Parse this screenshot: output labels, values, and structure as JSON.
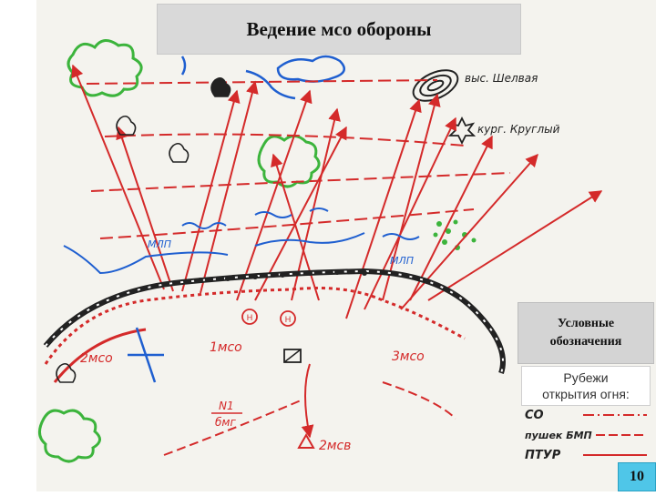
{
  "title": "Ведение мсо обороны",
  "map_labels": {
    "height": "выс. Шелвая",
    "kurgan": "кург. Круглый",
    "unit_2mso": "2мсо",
    "unit_1mso": "1мсо",
    "unit_3mso": "3мсо",
    "unit_mb_num": "N1",
    "unit_mb_den": "бмг",
    "unit_2msv": "2мсв",
    "mark_n1": "Н",
    "mark_n2": "Н",
    "mlp_left": "МЛП",
    "mlp_right": "МЛП"
  },
  "legend": {
    "heading": "Условные\nобозначения",
    "subheading": "Рубежи\nоткрытия огня:",
    "items": [
      {
        "label": "СО",
        "color": "#d42a2a"
      },
      {
        "label": "пушек БМП",
        "color": "#d42a2a"
      },
      {
        "label": "ПТУР",
        "color": "#d42a2a"
      }
    ]
  },
  "page_number": "10",
  "colors": {
    "enemy": "#d42a2a",
    "own": "#1f5fd0",
    "vegetation": "#3cb43c",
    "front": "#222222"
  }
}
